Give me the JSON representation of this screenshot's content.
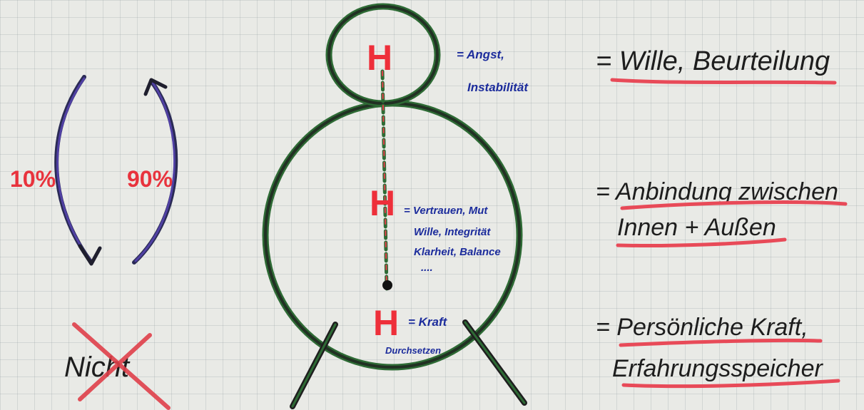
{
  "left": {
    "percent_left": "10%",
    "percent_right": "90%",
    "crossed_word": "Nicht"
  },
  "figure": {
    "h_letter": "H",
    "head_note": [
      "= Angst,",
      "Instabilität"
    ],
    "middle_note": [
      "= Vertrauen, Mut",
      "Wille, Integrität",
      "Klarheit, Balance",
      "...."
    ],
    "bottom_note": [
      "= Kraft",
      "Durchsetzen"
    ]
  },
  "right": {
    "line1": "= Wille, Beurteilung",
    "line2a": "= Anbindung zwischen",
    "line2b": "Innen + Außen",
    "line3a": "= Persönliche Kraft,",
    "line3b": "Erfahrungsspeicher"
  },
  "colors": {
    "red": "#e8333d",
    "green": "#2f7d3a",
    "purple": "#4b3a9c",
    "blue": "#1c2c9c"
  }
}
